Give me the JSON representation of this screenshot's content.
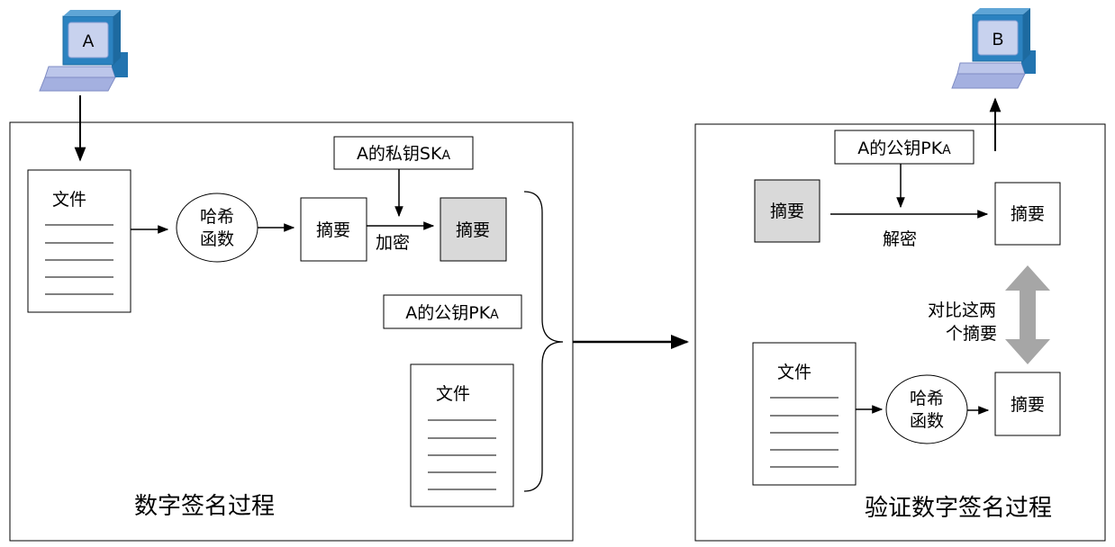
{
  "computer_a": {
    "label": "A"
  },
  "computer_b": {
    "label": "B"
  },
  "signing": {
    "title": "数字签名过程",
    "document_label": "文件",
    "hash_line1": "哈希",
    "hash_line2": "函数",
    "digest_label": "摘要",
    "encrypt_label": "加密",
    "encrypted_digest_label": "摘要",
    "private_key_prefix": "A的私钥SK",
    "private_key_sub": "A",
    "public_key_prefix": "A的公钥PK",
    "public_key_sub": "A",
    "copy_document_label": "文件"
  },
  "verification": {
    "title": "验证数字签名过程",
    "public_key_prefix": "A的公钥PK",
    "public_key_sub": "A",
    "received_digest_label": "摘要",
    "decrypt_label": "解密",
    "decrypted_digest_label": "摘要",
    "compare_line1": "对比这两",
    "compare_line2": "个摘要",
    "document_label": "文件",
    "hash_line1": "哈希",
    "hash_line2": "函数",
    "computed_digest_label": "摘要"
  },
  "colors": {
    "monitor_blue": "#2b82c0",
    "screen_light": "#c8d2ee",
    "base_lavender": "#a4b0e0",
    "shaded_box": "#d9d9d9",
    "compare_arrow": "#a6a6a6"
  }
}
